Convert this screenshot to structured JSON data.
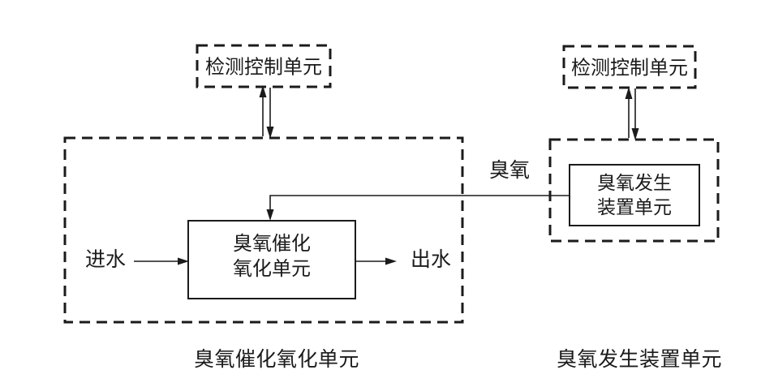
{
  "colors": {
    "background": "#ffffff",
    "line": "#1b1b1b",
    "text": "#1b1b1b"
  },
  "nodes": {
    "left_control": {
      "label": "检测控制单元"
    },
    "right_control": {
      "label": "检测控制单元"
    },
    "catalytic": {
      "line1": "臭氧催化",
      "line2": "氧化单元"
    },
    "generator": {
      "line1": "臭氧发生",
      "line2": "装置单元"
    }
  },
  "labels": {
    "inlet": "进水",
    "outlet": "出水",
    "ozone": "臭氧",
    "left_caption": "臭氧催化氧化单元",
    "right_caption": "臭氧发生装置单元"
  }
}
